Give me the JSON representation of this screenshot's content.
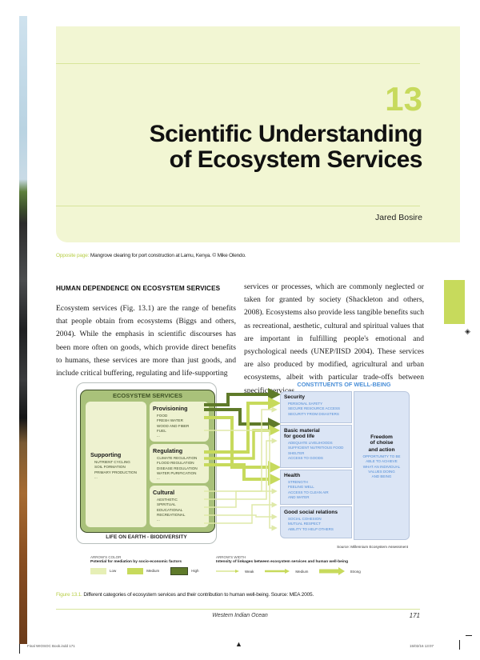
{
  "chapter": {
    "number": "13",
    "title_line1": "Scientific Understanding",
    "title_line2": "of Ecosystem Services",
    "author": "Jared Bosire",
    "accent_color": "#c7da5c",
    "panel_color": "#f2f6d3"
  },
  "photo_caption": {
    "label": "Opposite page:",
    "text": " Mangrove clearing for port construction at Lamu, Kenya. © Mike Olendo."
  },
  "section": {
    "heading": "HUMAN DEPENDENCE ON ECOSYSTEM SERVICES",
    "col1": "Ecosystem services (Fig. 13.1) are the range of benefits that people obtain from ecosystems (Biggs and others, 2004). While the emphasis in scientific discourses has been more often on goods, which provide direct benefits to humans, these services are more than just goods, and include critical buffering, regulating and life-supporting",
    "col2": "services or processes, which are commonly neglected or taken for granted by society (Shackleton and others, 2008). Ecosystems also provide less tangible benefits such as recreational, aesthetic, cultural and spiritual values that are important in fulfilling people's emotional and psychological needs (UNEP/IISD 2004). These services are also produced by modified, agricultural and urban ecosystems, albeit with particular trade-offs between specific services."
  },
  "figure": {
    "ecosystem_title": "ECOSYSTEM SERVICES",
    "biodiversity_label": "LIFE ON EARTH - BIODIVERSITY",
    "supporting": {
      "title": "Supporting",
      "items": [
        "NUTRIENT CYCLING",
        "SOIL FORMATION",
        "PRIMARY PRODUCTION",
        "..."
      ]
    },
    "provisioning": {
      "title": "Provisioning",
      "items": [
        "FOOD",
        "FRESH WATER",
        "WOOD AND FIBER",
        "FUEL",
        "..."
      ]
    },
    "regulating": {
      "title": "Regulating",
      "items": [
        "CLIMATE REGULATION",
        "FLOOD REGULATION",
        "DISEASE REGULATION",
        "WATER PURIFICATION",
        "..."
      ]
    },
    "cultural": {
      "title": "Cultural",
      "items": [
        "AESTHETIC",
        "SPIRITUAL",
        "EDUCATIONAL",
        "RECREATIONAL",
        "..."
      ]
    },
    "wellbeing_title": "CONSTITUENTS OF WELL-BEING",
    "security": {
      "title": "Security",
      "items": [
        "PERSONAL SAFETY",
        "SECURE RESOURCE ACCESS",
        "SECURITY FROM DISASTERS"
      ]
    },
    "basic_material": {
      "title_line1": "Basic material",
      "title_line2": "for good life",
      "items": [
        "ADEQUATE LIVELIHOODS",
        "SUFFICIENT NUTRITIOUS FOOD",
        "SHELTER",
        "ACCESS TO GOODS"
      ]
    },
    "health": {
      "title": "Health",
      "items": [
        "STRENGTH",
        "FEELING WELL",
        "ACCESS TO CLEAN AIR",
        "AND WATER"
      ]
    },
    "social": {
      "title": "Good social relations",
      "items": [
        "SOCIAL COHESION",
        "MUTUAL RESPECT",
        "ABILITY TO HELP OTHERS"
      ]
    },
    "freedom": {
      "title_line1": "Freedom",
      "title_line2": "of choise",
      "title_line3": "and action",
      "items": [
        "OPPORTUNITY TO BE",
        "ABLE TO ACHIEVE",
        "WHAT AN INDIVIDUAL",
        "VALUES DOING",
        "AND BEING"
      ]
    },
    "source": "Source: Millennium Ecosystem Assessment",
    "legend_color": {
      "title": "ARROW'S COLOR",
      "subtitle": "Potential for mediation by socio-economic factors",
      "items": [
        {
          "label": "Low",
          "color": "#e6efb6"
        },
        {
          "label": "Medium",
          "color": "#c7da5c"
        },
        {
          "label": "High",
          "color": "#5f7a2a"
        }
      ]
    },
    "legend_width": {
      "title": "ARROW'S WIDTH",
      "subtitle": "Intensity of linkages between ecosystem services and human well-being",
      "items": [
        {
          "label": "Weak"
        },
        {
          "label": "Medium"
        },
        {
          "label": "Strong"
        }
      ]
    }
  },
  "figure_caption": {
    "label": "Figure 13.1.",
    "text": " Different categories of ecosystem services and their contribution to human well-being. Source: MEA 2005."
  },
  "footer": {
    "journal": "Western Indian Ocean",
    "page": "171",
    "slug_left": "Final WIOSOC Book.indd 171",
    "slug_right": "15/02/16 13:07"
  }
}
